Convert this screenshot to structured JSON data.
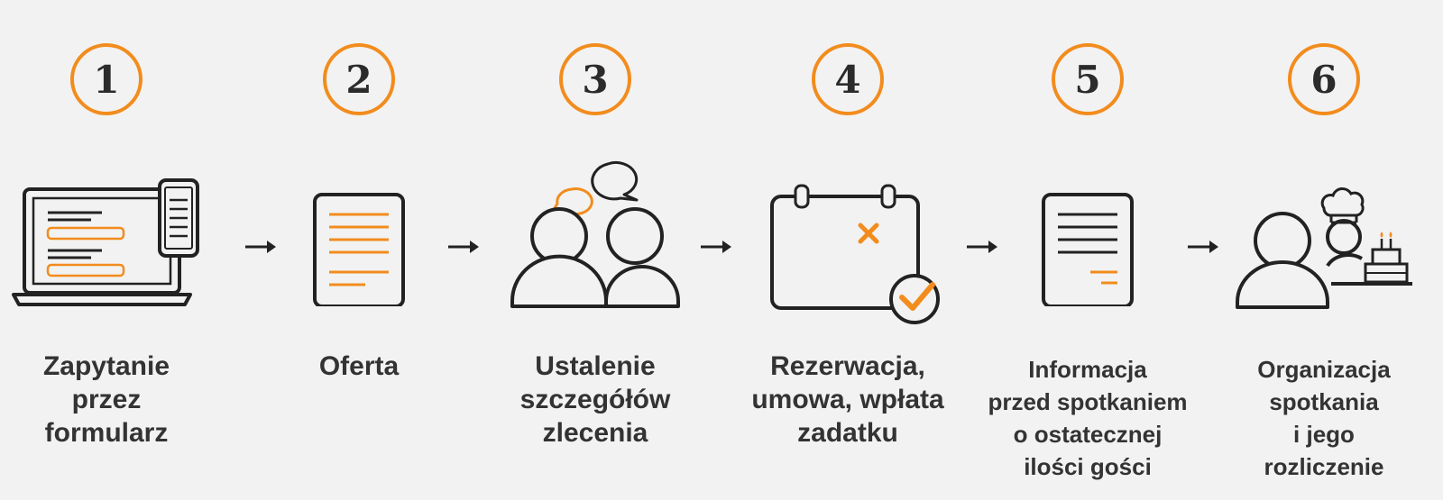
{
  "colors": {
    "accent": "#f28c1d",
    "ink": "#222222",
    "background": "#f2f2f2"
  },
  "steps": [
    {
      "number": "1",
      "label": "Zapytanie\nprzez\nformularz",
      "icon": "laptop-phone-form-icon"
    },
    {
      "number": "2",
      "label": "Oferta",
      "icon": "document-offer-icon"
    },
    {
      "number": "3",
      "label": "Ustalenie\nszczegółów\nzlecenia",
      "icon": "people-chat-icon"
    },
    {
      "number": "4",
      "label": "Rezerwacja,\numowa, wpłata\nzadatku",
      "icon": "calendar-check-icon"
    },
    {
      "number": "5",
      "label": "Informacja\nprzed spotkaniem\no ostatecznej\nilości gości",
      "icon": "document-info-icon"
    },
    {
      "number": "6",
      "label": "Organizacja\nspotkania\ni jego\nrozliczenie",
      "icon": "person-chef-cake-icon"
    }
  ]
}
